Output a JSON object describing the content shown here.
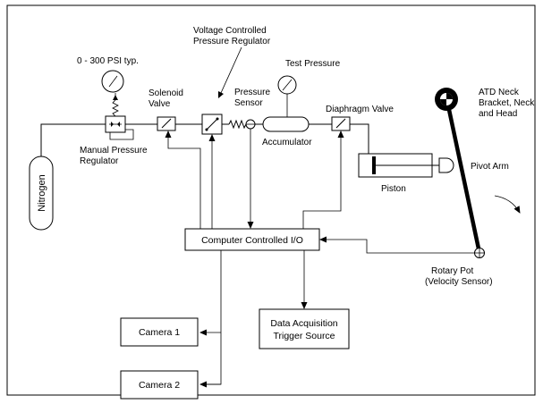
{
  "diagram": {
    "labels": {
      "gauge_range": "0 - 300 PSI typ.",
      "voltage_regulator_line1": "Voltage Controlled",
      "voltage_regulator_line2": "Pressure Regulator",
      "test_pressure": "Test Pressure",
      "solenoid_line1": "Solenoid",
      "solenoid_line2": "Valve",
      "pressure_sensor_line1": "Pressure",
      "pressure_sensor_line2": "Sensor",
      "diaphragm_valve": "Diaphragm Valve",
      "atd_line1": "ATD Neck",
      "atd_line2": "Bracket, Neck",
      "atd_line3": "and Head",
      "accumulator": "Accumulator",
      "manual_regulator_line1": "Manual Pressure",
      "manual_regulator_line2": "Regulator",
      "nitrogen": "Nitrogen",
      "pivot_arm": "Pivot Arm",
      "piston": "Piston",
      "computer_io": "Computer Controlled I/O",
      "rotary_pot_line1": "Rotary Pot",
      "rotary_pot_line2": "(Velocity Sensor)",
      "camera1": "Camera 1",
      "camera2": "Camera 2",
      "daq_line1": "Data Acquisition",
      "daq_line2": "Trigger Source"
    }
  }
}
